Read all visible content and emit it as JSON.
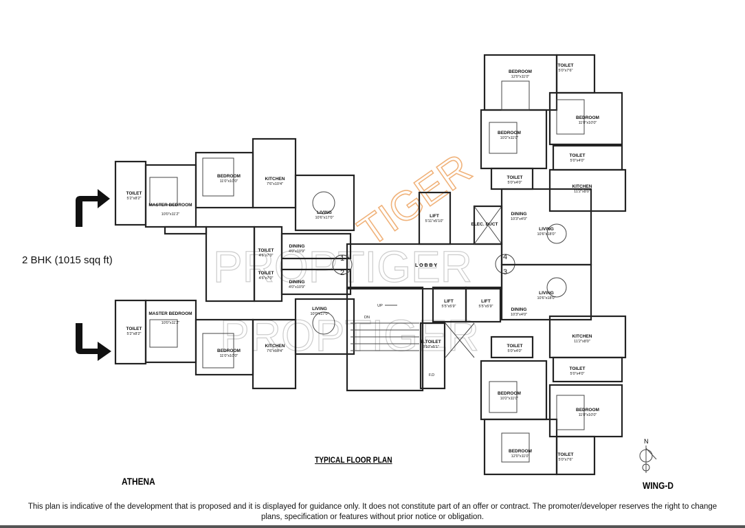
{
  "plan": {
    "title": "TYPICAL FLOOR PLAN",
    "project": "ATHENA",
    "wing": "WING-D",
    "unit_label": "2 BHK (1015 sqq ft)",
    "north_label": "N",
    "disclaimer": "This plan is indicative of the development that is proposed and it is displayed for guidance only. It does not constitute part of an offer or contract. The promoter/developer reserves the right to change plans, specification or features without prior notice or obligation.",
    "watermark": "PROPTIGER",
    "colors": {
      "walls": "#222222",
      "watermark_orange": "#f0b27a",
      "watermark_grey": "#cccccc",
      "arrow": "#111111"
    }
  },
  "left_wing": {
    "unit1": {
      "toilet": {
        "name": "TOILET",
        "size": "5'2\"x8'2\""
      },
      "master": {
        "name": "MASTER BEDROOM",
        "size": "10'0\"x11'2\""
      },
      "bedroom": {
        "name": "BEDROOM",
        "size": "11'0\"x10'0\""
      },
      "kitchen": {
        "name": "KITCHEN",
        "size": "7'6\"x10'4\""
      },
      "living": {
        "name": "LIVING",
        "size": "10'6\"x17'0\""
      },
      "toilet2": {
        "name": "TOILET",
        "size": "4'6\"x7'0\""
      },
      "dining": {
        "name": "DINING",
        "size": "4'0\"x10'9\""
      }
    },
    "unit2": {
      "toilet": {
        "name": "TOILET",
        "size": "5'2\"x8'2\""
      },
      "master": {
        "name": "MASTER BEDROOM",
        "size": "10'0\"x11'2\""
      },
      "bedroom": {
        "name": "BEDROOM",
        "size": "11'0\"x10'0\""
      },
      "kitchen": {
        "name": "KITCHEN",
        "size": "7'6\"x10'4\""
      },
      "living": {
        "name": "LIVING",
        "size": "10'0\"x17'0\""
      },
      "toilet2": {
        "name": "TOILET",
        "size": "4'6\"x7'0\""
      },
      "dining": {
        "name": "DINING",
        "size": "4'0\"x10'9\""
      }
    }
  },
  "core": {
    "lift1": {
      "name": "LIFT",
      "size": "5'11\"x5'10\""
    },
    "elec": "ELEC. DUCT",
    "lobby": "L O B B Y",
    "lift2": {
      "name": "LIFT",
      "size": "5'5\"x5'9\""
    },
    "lift3": {
      "name": "LIFT",
      "size": "5'5\"x5'9\""
    },
    "up": "UP",
    "dn": "DN",
    "btoilet": {
      "name": "B.TOILET",
      "size": "3'10\"x5'1\""
    },
    "fd": "F.D",
    "unit_numbers": [
      "1",
      "2",
      "3",
      "4"
    ]
  },
  "right_wing": {
    "unit4": {
      "bed1": {
        "name": "BEDROOM",
        "size": "12'0\"x11'0\""
      },
      "toilet1": {
        "name": "TOILET",
        "size": "5'0\"x7'6\""
      },
      "bed2": {
        "name": "BEDROOM",
        "size": "11'0\"x10'0\""
      },
      "bed3": {
        "name": "BEDROOM",
        "size": "10'2\"x11'0\""
      },
      "toilet2": {
        "name": "TOILET",
        "size": "5'0\"x4'0\""
      },
      "toilet3": {
        "name": "TOILET",
        "size": "5'0\"x4'0\""
      },
      "kitchen": {
        "name": "KITCHEN",
        "size": "11'2\"x8'0\""
      },
      "dining": {
        "name": "DINING",
        "size": "10'3\"x4'0\""
      },
      "living": {
        "name": "LIVING",
        "size": "10'6\"x18'0\""
      }
    },
    "unit3": {
      "living": {
        "name": "LIVING",
        "size": "10'6\"x18'0\""
      },
      "dining": {
        "name": "DINING",
        "size": "10'3\"x4'0\""
      },
      "kitchen": {
        "name": "KITCHEN",
        "size": "11'2\"x8'0\""
      },
      "toilet3": {
        "name": "TOILET",
        "size": "5'0\"x4'0\""
      },
      "toilet2": {
        "name": "TOILET",
        "size": "5'0\"x4'0\""
      },
      "bed3": {
        "name": "BEDROOM",
        "size": "10'2\"x11'0\""
      },
      "bed2": {
        "name": "BEDROOM",
        "size": "11'0\"x10'0\""
      },
      "bed1": {
        "name": "BEDROOM",
        "size": "12'0\"x11'0\""
      },
      "toilet1": {
        "name": "TOILET",
        "size": "5'0\"x7'6\""
      }
    }
  }
}
